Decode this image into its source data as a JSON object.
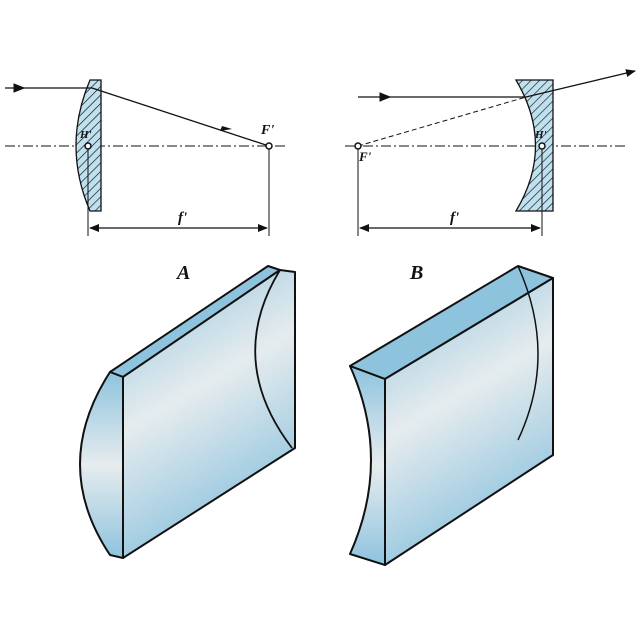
{
  "figure_a": {
    "label": "A",
    "principal_point": "H'",
    "focal_point": "F'",
    "focal_length": "f'"
  },
  "figure_b": {
    "label": "B",
    "principal_point": "H'",
    "focal_point": "F'",
    "focal_length": "f'"
  },
  "colors": {
    "glass": "#9ccbe2",
    "glass_light": "#e4eef2",
    "line": "#111111"
  }
}
